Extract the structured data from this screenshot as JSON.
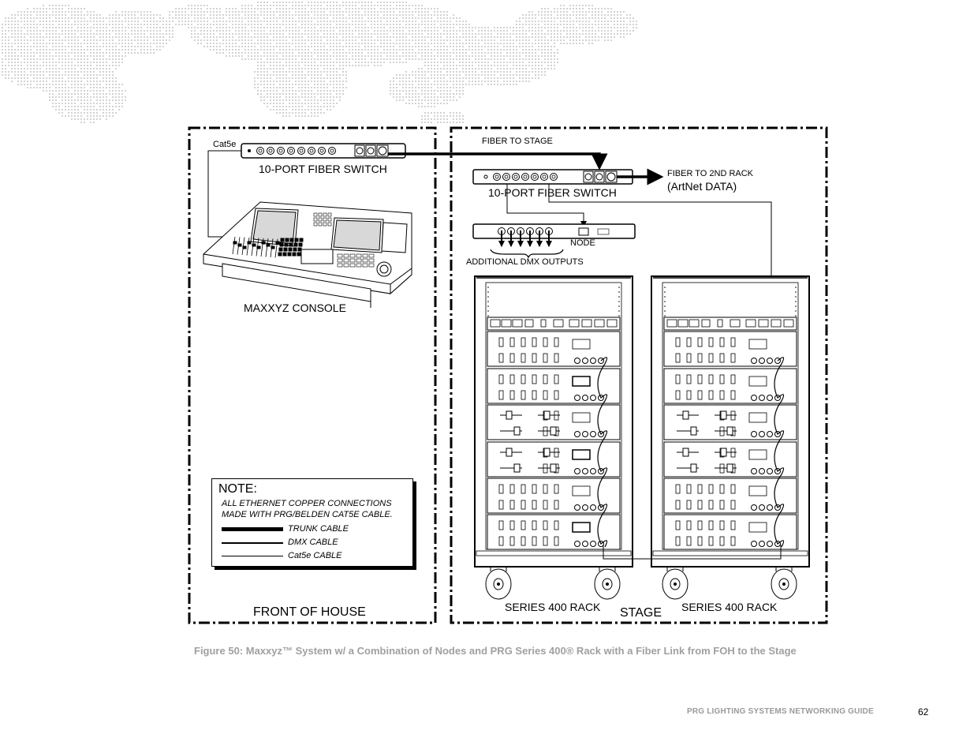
{
  "diagram": {
    "foh_label": "FRONT OF HOUSE",
    "stage_label": "STAGE",
    "cat5e_label": "Cat5e",
    "foh_switch_label": "10-PORT FIBER SWITCH",
    "console_label": "MAXXYZ CONSOLE",
    "fiber_to_stage_label": "FIBER TO STAGE",
    "stage_switch_label": "10-PORT FIBER SWITCH",
    "fiber_to_2nd_rack_label": "FIBER TO 2ND RACK",
    "artnet_label": "(ArtNet DATA)",
    "node_label": "NODE",
    "additional_dmx_label": "ADDITIONAL DMX OUTPUTS",
    "rack_left_label": "SERIES 400 RACK",
    "rack_right_label": "SERIES 400 RACK"
  },
  "note": {
    "title": "NOTE:",
    "line1": "ALL ETHERNET COPPER CONNECTIONS",
    "line2": "MADE WITH PRG/BELDEN CAT5E CABLE.",
    "legend": [
      {
        "label": "TRUNK CABLE"
      },
      {
        "label": "DMX CABLE"
      },
      {
        "label": "Cat5e CABLE"
      }
    ]
  },
  "caption": "Figure 50:  Maxxyz™ System w/ a Combination of Nodes and PRG Series 400® Rack with a Fiber Link from FOH to the Stage",
  "footer": {
    "guide_title": "PRG LIGHTING SYSTEMS NETWORKING GUIDE",
    "page_number": "62"
  },
  "colors": {
    "caption_gray": "#a0a0a0",
    "map_dots": "#d2d2d2"
  }
}
